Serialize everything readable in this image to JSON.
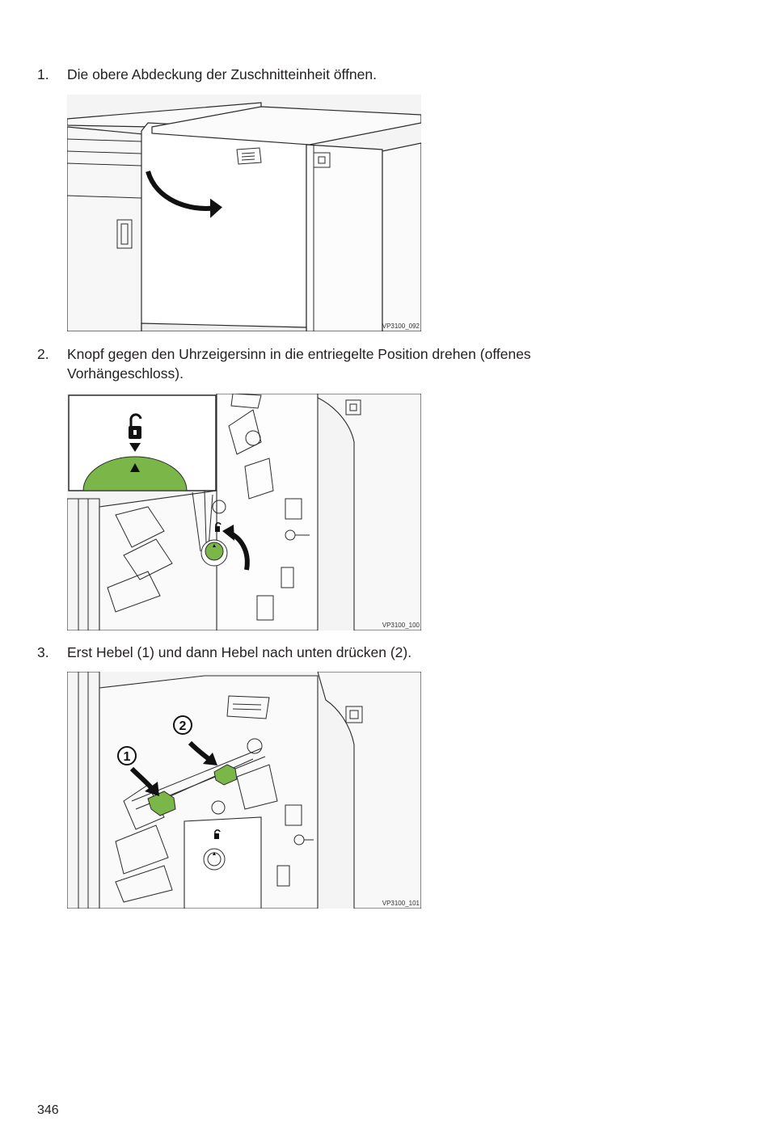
{
  "steps": [
    {
      "number": "1.",
      "lines": [
        "Die obere Abdeckung der Zuschnitteinheit öffnen."
      ],
      "figure_code": "VP3100_092"
    },
    {
      "number": "2.",
      "lines": [
        "Knopf    gegen den Uhrzeigersinn in die entriegelte Position drehen (offenes",
        "Vorhängeschloss)."
      ],
      "figure_code": "VP3100_100"
    },
    {
      "number": "3.",
      "lines": [
        "Erst Hebel      (1) und dann Hebel      nach unten drücken (2)."
      ],
      "figure_code": "VP3100_101",
      "callouts": [
        "1",
        "2"
      ]
    }
  ],
  "page_number": "346",
  "colors": {
    "accent_green": "#7ab648",
    "line": "#2b2b2b"
  }
}
